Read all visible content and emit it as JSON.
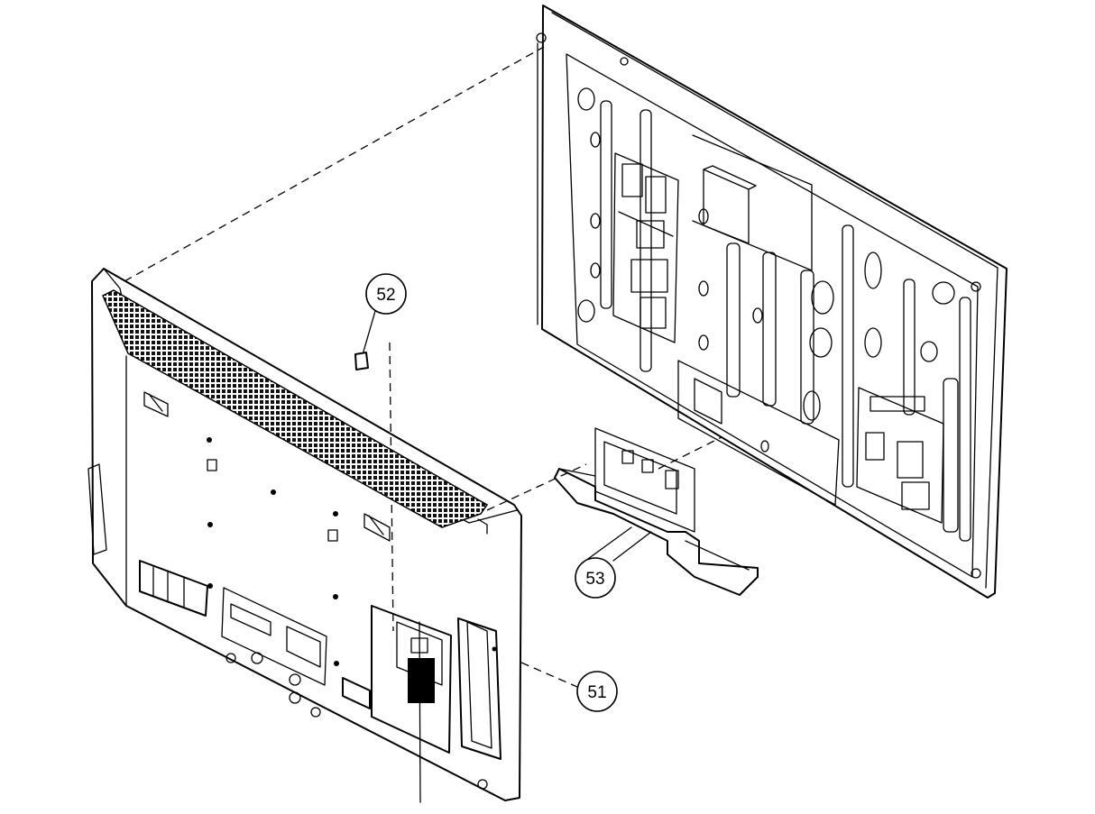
{
  "callouts": [
    {
      "id": "rear-cover",
      "label": "51"
    },
    {
      "id": "label-tag",
      "label": "52"
    },
    {
      "id": "stand-bracket",
      "label": "53"
    }
  ]
}
